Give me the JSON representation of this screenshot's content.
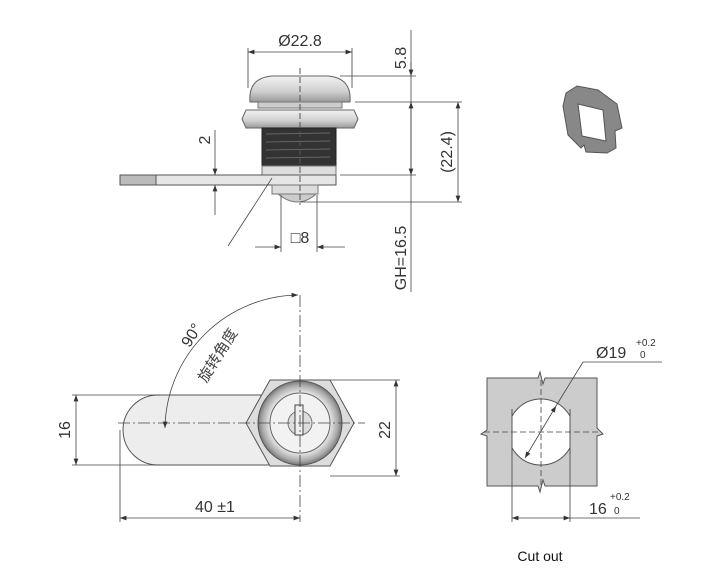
{
  "top_view": {
    "head_diameter": "Ø22.8",
    "head_height": "5.8",
    "body_length": "(22.4)",
    "cam_thickness": "2",
    "square_drive": "□8",
    "grip_height": "GH=16.5"
  },
  "front_view": {
    "rotation_angle": "90°",
    "rotation_label": "旋转角度",
    "cam_width": "16",
    "hex_size": "22",
    "cam_length": "40 ±1"
  },
  "cutout": {
    "diameter": "Ø19",
    "diameter_tol_upper": "+0.2",
    "diameter_tol_lower": "0",
    "width": "16",
    "width_tol_upper": "+0.2",
    "width_tol_lower": "0",
    "caption": "Cut out"
  },
  "colors": {
    "line": "#444444",
    "metal": "#d8d8d8",
    "cutout_fill": "#cccccc"
  }
}
